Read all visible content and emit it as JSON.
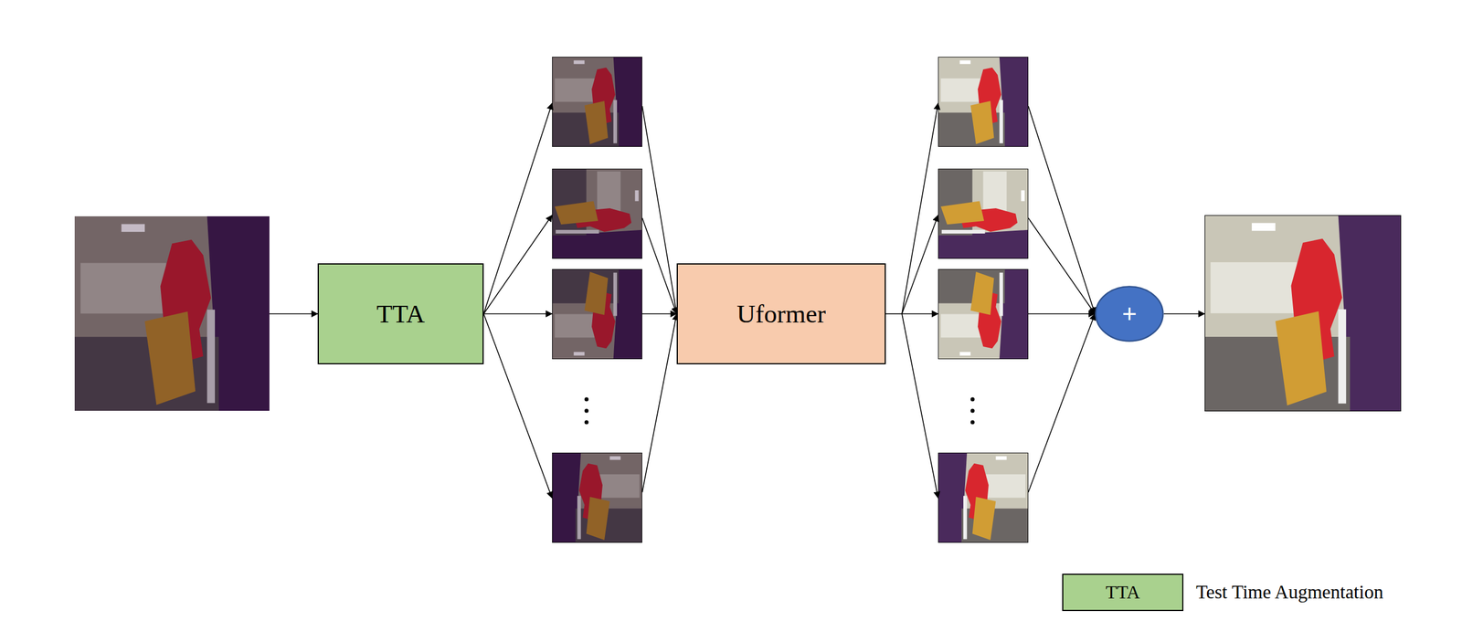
{
  "diagram": {
    "nodes": [
      {
        "text": [
          "TTA"
        ]
      },
      {
        "text": [
          "Uformer"
        ]
      },
      {
        "text": [
          "+"
        ]
      }
    ],
    "labels": [
      "TTA"
    ],
    "legend": [
      {
        "text": "Test Time Augmentation",
        "color": "#a9d18e"
      }
    ]
  }
}
